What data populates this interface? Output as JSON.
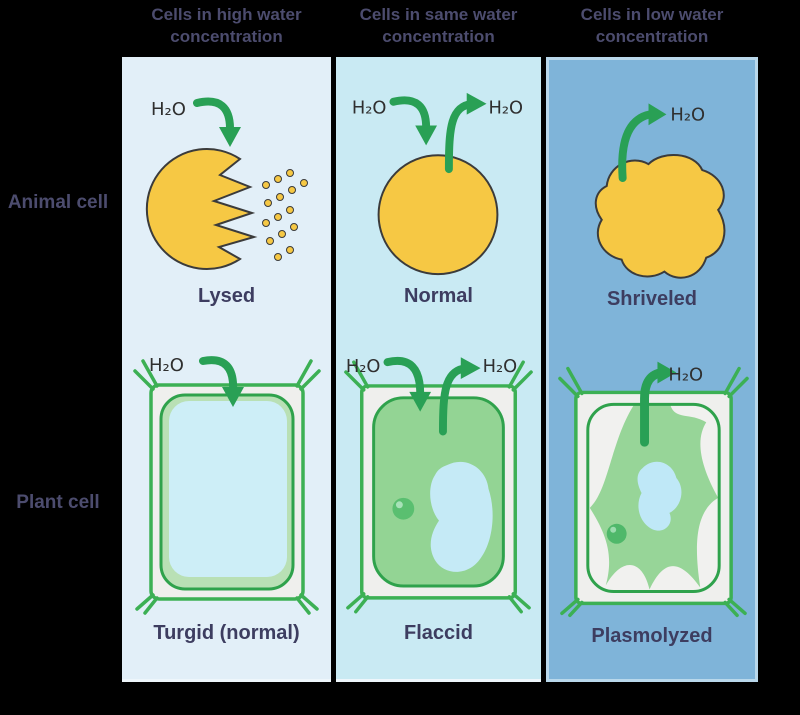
{
  "columns": [
    {
      "header": "Cells in high water\nconcentration",
      "animal_caption": "Lysed",
      "plant_caption": "Turgid (normal)"
    },
    {
      "header": "Cells in same water\nconcentration",
      "animal_caption": "Normal",
      "plant_caption": "Flaccid"
    },
    {
      "header": "Cells in low water\nconcentration",
      "animal_caption": "Shriveled",
      "plant_caption": "Plasmolyzed"
    }
  ],
  "row_labels": {
    "animal": "Animal cell",
    "plant": "Plant cell"
  },
  "water_label": "H₂O",
  "icons": {
    "water_in": "curved-arrow-into-cell",
    "water_out": "curved-arrow-out-of-cell"
  },
  "colors": {
    "background": "#000000",
    "panel_high_water": "#e2eff8",
    "panel_same_water": "#c9eaf3",
    "panel_low_water": "#7fb4d9",
    "arrow_green": "#29a055",
    "cell_wall_green": "#3cb054",
    "animal_cell_yellow": "#f6c844",
    "cytoplasm_light_green": "#b9e0b5",
    "cytoplasm_green": "#93d494",
    "vacuole_blue": "#cdeef7",
    "nucleus_green": "#4fb86a",
    "text_dark": "#4c4c6e"
  }
}
